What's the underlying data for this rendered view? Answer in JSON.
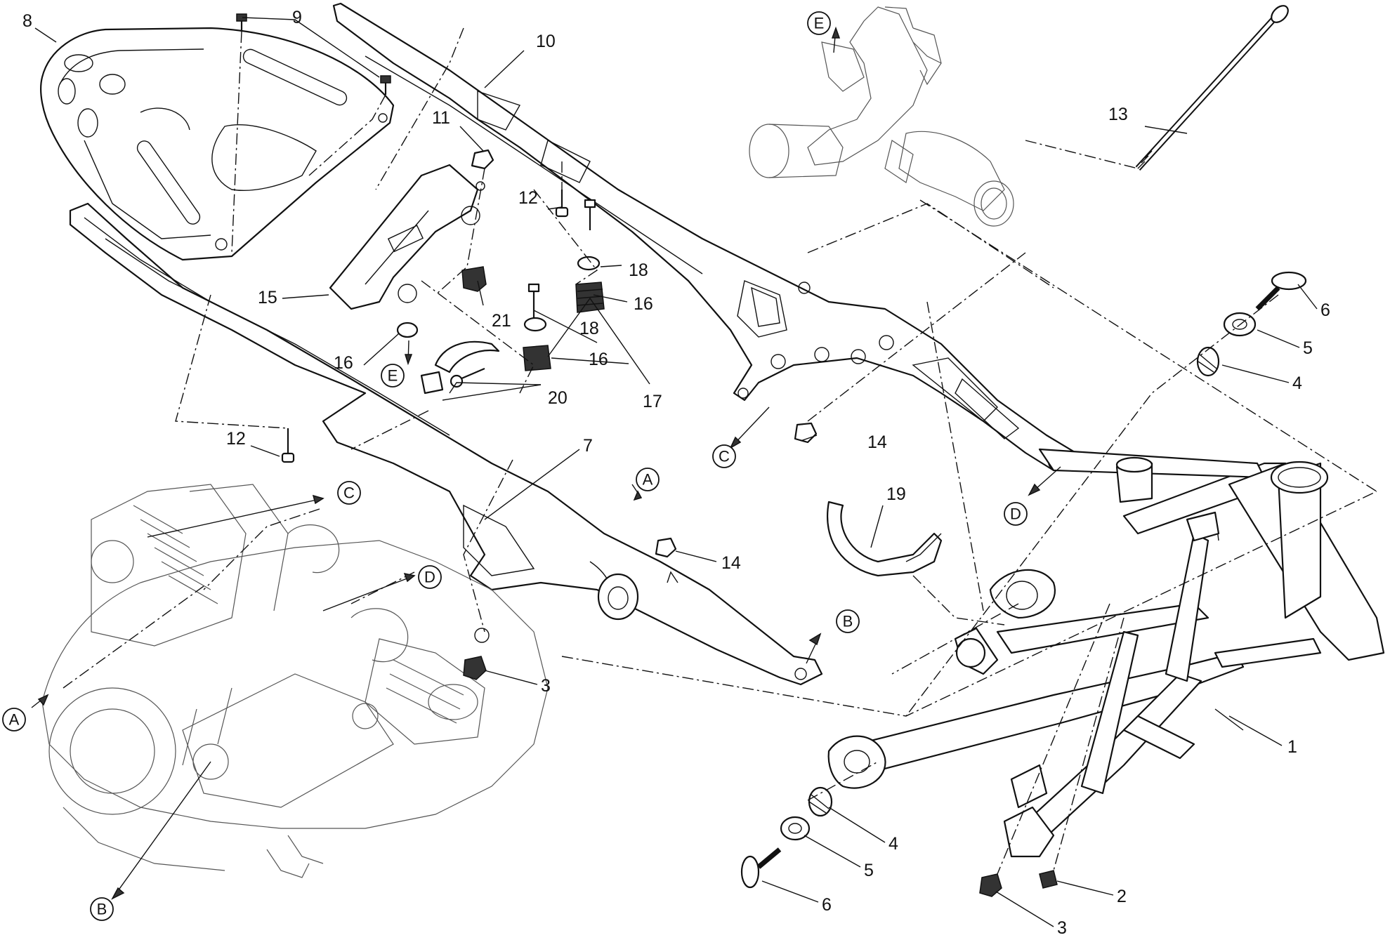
{
  "part_labels": [
    "1",
    "2",
    "3",
    "3",
    "4",
    "4",
    "5",
    "5",
    "6",
    "6",
    "7",
    "8",
    "9",
    "10",
    "11",
    "12",
    "12",
    "13",
    "14",
    "14",
    "15",
    "16",
    "16",
    "16",
    "17",
    "18",
    "18",
    "19",
    "20",
    "21"
  ],
  "connector_labels": [
    "A",
    "A",
    "B",
    "B",
    "C",
    "C",
    "D",
    "D",
    "E",
    "E"
  ]
}
